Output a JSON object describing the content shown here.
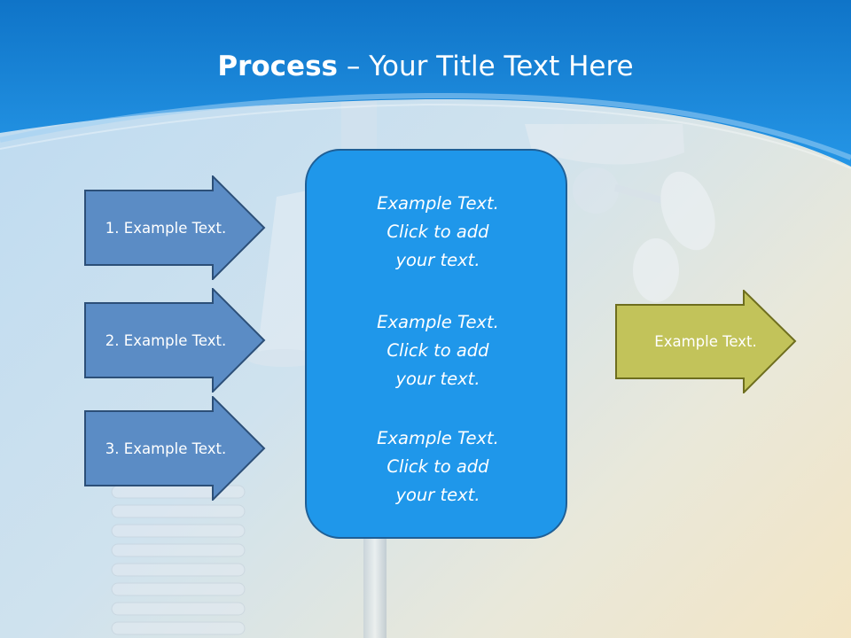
{
  "slide": {
    "title_bold": "Process",
    "title_rest": " – Your Title Text Here"
  },
  "inputs": [
    {
      "label": "1. Example Text."
    },
    {
      "label": "2. Example Text."
    },
    {
      "label": "3. Example Text."
    }
  ],
  "center": {
    "blocks": [
      {
        "line1": "Example Text.",
        "line2": "Click  to add",
        "line3": "your text."
      },
      {
        "line1": "Example Text.",
        "line2": "Click  to add",
        "line3": "your text."
      },
      {
        "line1": "Example Text.",
        "line2": "Click  to add",
        "line3": "your text."
      }
    ]
  },
  "output": {
    "label": "Example Text."
  },
  "colors": {
    "header_blue": "#1e86d8",
    "input_arrow": "#5b8cc5",
    "center_box": "#1f97ea",
    "output_arrow": "#c2c35a"
  }
}
